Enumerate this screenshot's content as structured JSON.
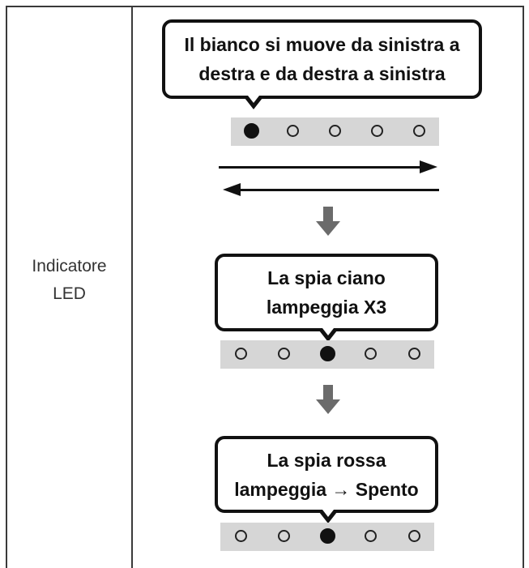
{
  "row": {
    "label_line1": "Indicatore",
    "label_line2": "LED"
  },
  "steps": [
    {
      "bubble_line1": "Il bianco si muove da sinistra a",
      "bubble_line2": "destra e da destra a sinistra",
      "leds": [
        "on",
        "off",
        "off",
        "off",
        "off"
      ]
    },
    {
      "bubble_line1": "La spia ciano",
      "bubble_line2": "lampeggia X3",
      "leds": [
        "off",
        "off",
        "on",
        "off",
        "off"
      ]
    },
    {
      "bubble_line1": "La spia rossa",
      "bubble_line2": "lampeggia → Spento",
      "leds": [
        "off",
        "off",
        "on",
        "off",
        "off"
      ]
    }
  ],
  "icons": {
    "sweep": [
      "arrow-right-icon",
      "arrow-left-icon"
    ],
    "step_separator": "arrow-down-icon"
  },
  "colors": {
    "border": "#3a3a3a",
    "led_bar": "#d6d6d6",
    "down_arrow": "#6b6b6b",
    "led_on": "#111111"
  }
}
